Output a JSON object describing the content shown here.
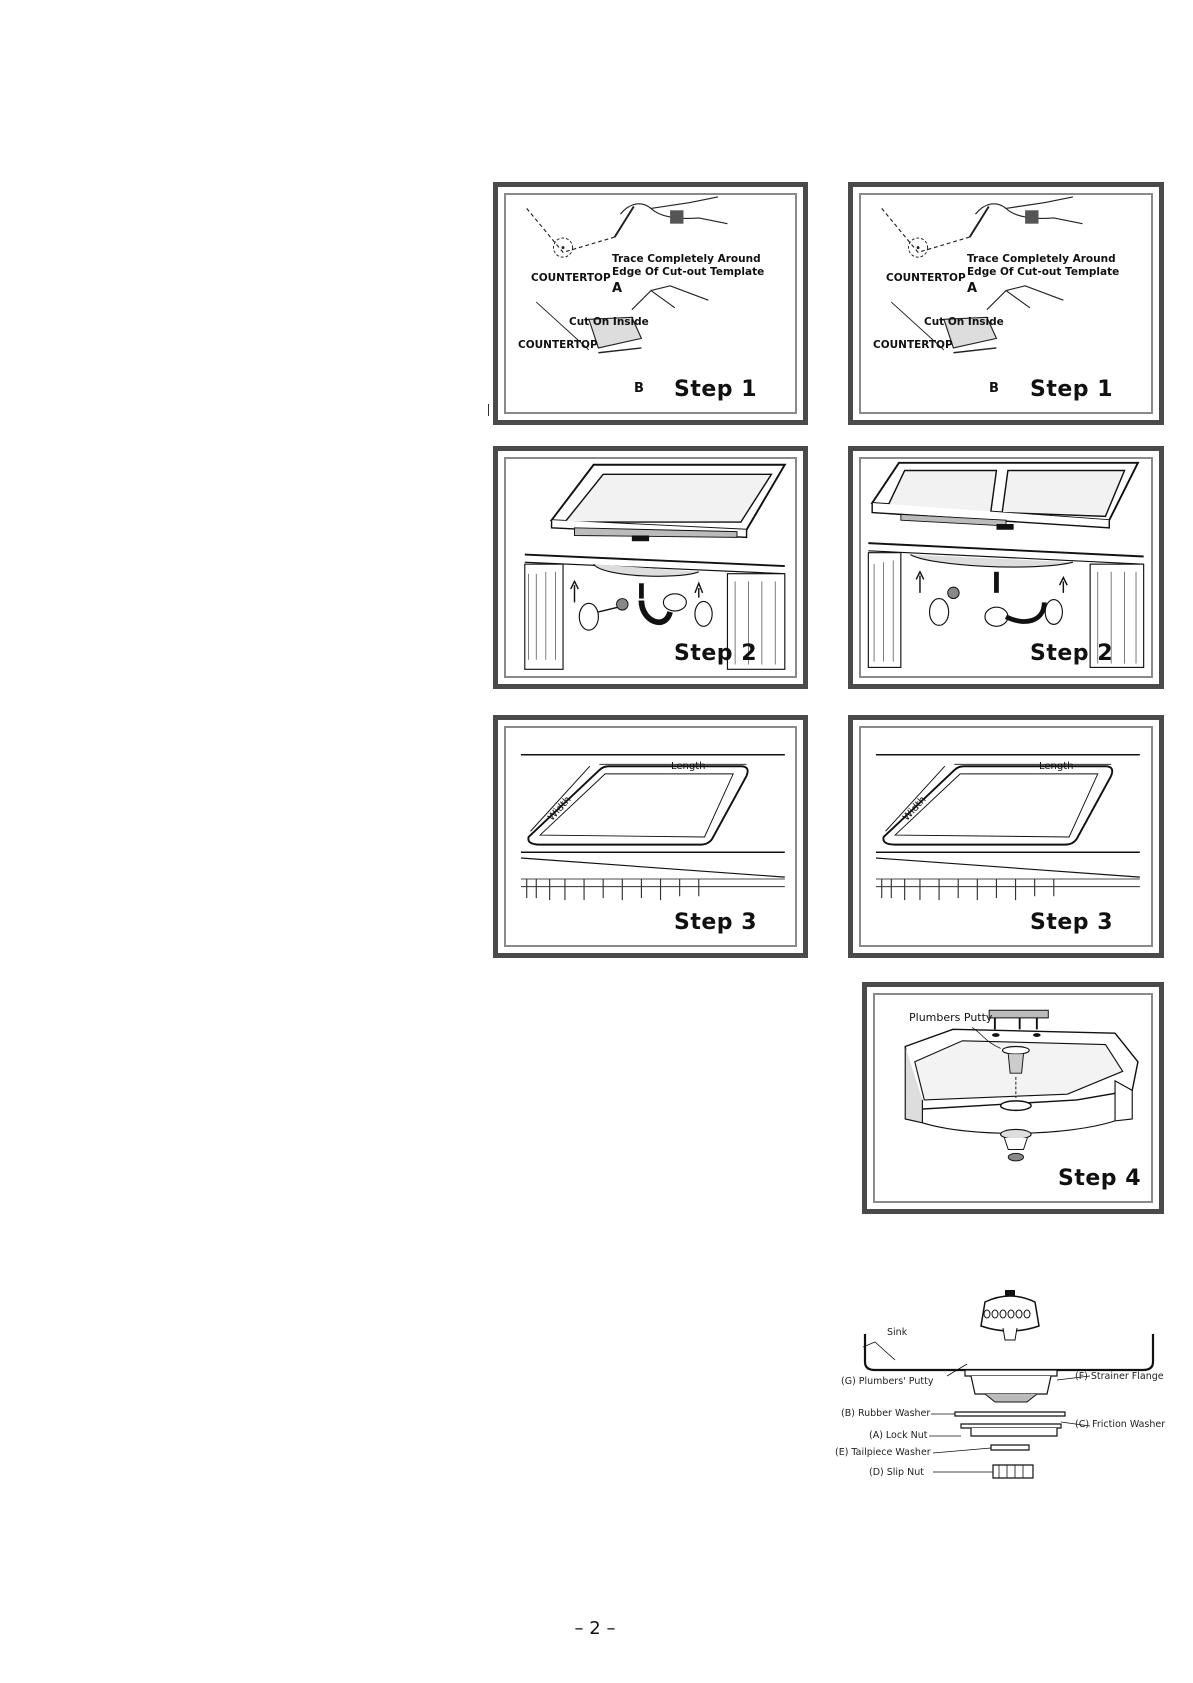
{
  "step1": {
    "label": "Step 1",
    "trace_line1": "Trace Completely Around",
    "trace_line2": "Edge Of Cut-out Template",
    "countertop_a": "COUNTERTOP",
    "letter_a": "A",
    "cut_inside": "Cut On Inside",
    "countertop_b": "COUNTERTOP",
    "letter_b": "B"
  },
  "step2": {
    "label": "Step 2"
  },
  "step3": {
    "label": "Step 3",
    "length": "Length",
    "width": "Width"
  },
  "step4": {
    "label": "Step 4",
    "putty": "Plumbers Putty"
  },
  "strainer": {
    "sink": "Sink",
    "plumbers_putty": "(G) Plumbers' Putty",
    "strainer_flange": "(F) Strainer Flange",
    "rubber_washer": "(B) Rubber Washer",
    "friction_washer": "(C) Friction Washer",
    "lock_nut": "(A) Lock Nut",
    "tailpiece_washer": "(E) Tailpiece Washer",
    "slip_nut": "(D) Slip Nut"
  },
  "page_number": "– 2 –"
}
